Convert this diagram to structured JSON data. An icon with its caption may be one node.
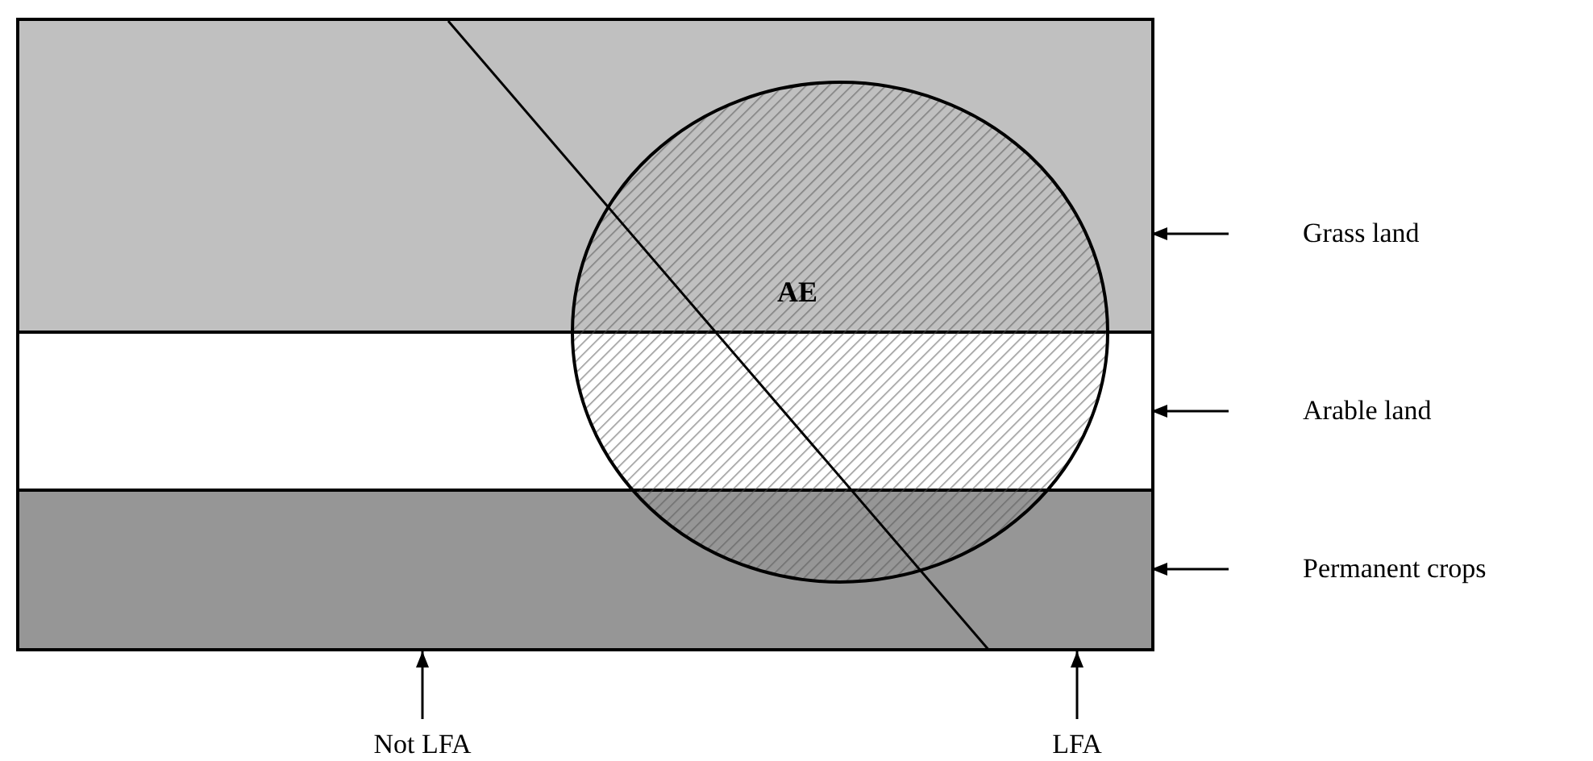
{
  "diagram": {
    "nodes": [
      {
        "text": [],
        "shape": "box"
      },
      {
        "text": [],
        "shape": "bar",
        "in": 0
      },
      {
        "text": [],
        "shape": "bar",
        "in": 0
      },
      {
        "text": [],
        "shape": "bar",
        "in": 0
      },
      {
        "text": [
          "AE"
        ],
        "in": 0
      },
      {
        "text": [
          "Grass land"
        ]
      },
      {
        "text": [
          "Arable land"
        ]
      },
      {
        "text": [
          "Permanent crops"
        ]
      },
      {
        "text": [
          "Not LFA"
        ]
      },
      {
        "text": [
          "LFA"
        ]
      }
    ],
    "edges": [
      {
        "from": 5,
        "to": 1,
        "arrow": "to"
      },
      {
        "from": 6,
        "to": 2,
        "arrow": "to"
      },
      {
        "from": 7,
        "to": 3,
        "arrow": "to"
      },
      {
        "from": 8,
        "to": 0,
        "arrow": "to"
      },
      {
        "from": 9,
        "to": 0,
        "arrow": "to"
      }
    ]
  }
}
